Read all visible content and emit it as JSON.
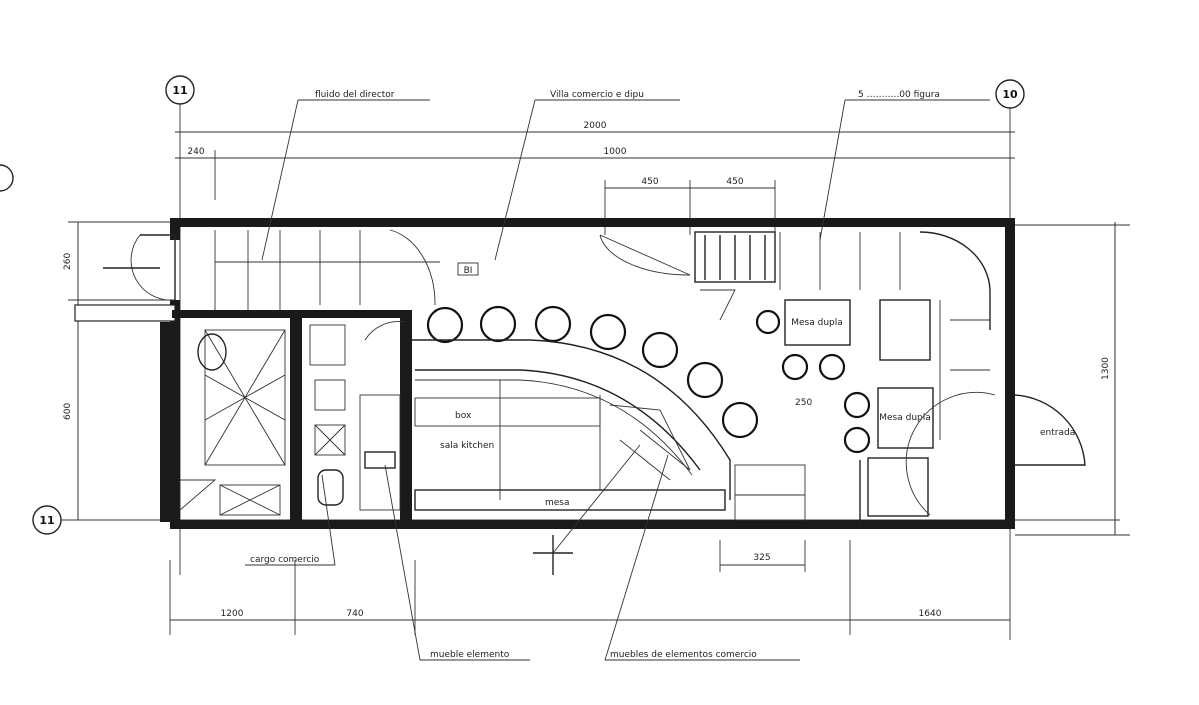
{
  "grid_markers": {
    "top_left": "11",
    "top_right": "10",
    "left_bottom": "11",
    "left_top": ""
  },
  "dimensions": {
    "overall_top": "2000",
    "second_row": "240",
    "second_row_right": "1000",
    "top_window_left": "450",
    "top_window_right": "450",
    "left_vertical_top": "260",
    "left_vertical_mid": "600",
    "right_vertical": "1300",
    "bottom_left": "1200",
    "bottom_mid": "740",
    "bottom_right": "1640",
    "bottom_small": "325"
  },
  "callouts": {
    "top_left": "fluido del director",
    "top_mid": "Villa comercio e dipu",
    "top_right": "5 ………..00 figura",
    "bottom_left": "cargo comercio",
    "bottom_mid": "mueble elemento",
    "bottom_right": "muebles de elementos comercio"
  },
  "room_labels": {
    "bar_area": "BI",
    "counter_text_1": "sala kitchen",
    "counter_text_2": "mesa",
    "counter_text_3": "box",
    "table_top": "Mesa dupla",
    "table_bottom": "Mesa dupla",
    "door_right": "entrada",
    "small_code": "250"
  }
}
